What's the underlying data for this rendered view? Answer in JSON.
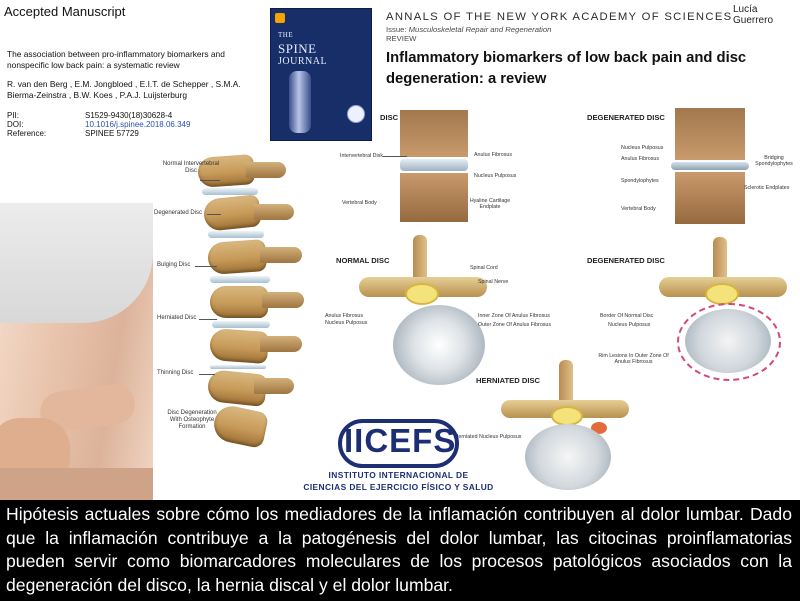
{
  "manuscript": {
    "label": "Accepted Manuscript",
    "paper_title": "The association between pro-inflammatory biomarkers and nonspecific low back pain: a systematic review",
    "authors": "R. van den Berg , E.M. Jongbloed , E.I.T. de Schepper , S.M.A. Bierma-Zeinstra , B.W. Koes , P.A.J. Luijsterburg",
    "pii_key": "PII:",
    "pii_value": "S1529-9430(18)30628-4",
    "doi_key": "DOI:",
    "doi_value": "10.1016/j.spinee.2018.06.349",
    "ref_key": "Reference:",
    "ref_value": "SPINEE 57729"
  },
  "journal_cover": {
    "title_line1": "THE",
    "title_line2": "SPINE",
    "title_line3": "JOURNAL",
    "colors": {
      "background": "#182e68",
      "accent": "#f2a400"
    }
  },
  "article": {
    "journal": "ANNALS OF THE NEW YORK ACADEMY OF SCIENCES",
    "issue_prefix": "Issue: ",
    "issue_name": "Musculoskeletal Repair and Regeneration",
    "type": "REVIEW",
    "title": "Inflammatory biomarkers of low back pain and disc degeneration: a review",
    "presenter": "Lucía Guerrero"
  },
  "spine_labels": {
    "normal": "Normal Intervertebral Disc",
    "degenerated": "Degenerated Disc",
    "bulging": "Bulging Disc",
    "herniated": "Herniated Disc",
    "thinning": "Thinning Disc",
    "osteophyte": "Disc Degeneration With Osteophyte Formation"
  },
  "disc_side": {
    "title": "DISC",
    "intervertebral": "Intervertebral Disk",
    "anulus": "Anulus Fibrosus",
    "nucleus": "Nucleus Pulposus",
    "vertebral_body": "Vertebral Body",
    "hyaline": "Hyaline Cartilage Endplate"
  },
  "degen_side": {
    "title": "DEGENERATED DISC",
    "nucleus": "Nucleus Pulposus",
    "anulus": "Anulus Fibrosus",
    "spondylophytes": "Spondylophytes",
    "bridging": "Bridging Spondylophytes",
    "sclerotic": "Sclerotic Endplates",
    "vertebral_body": "Vertebral Body"
  },
  "normal_top": {
    "title": "NORMAL DISC",
    "spinal_cord": "Spinal Cord",
    "spinal_nerve": "Spinal Nerve",
    "anulus": "Anulus Fibrosus",
    "nucleus": "Nucleus Pulposus",
    "inner_zone": "Inner Zone Of Anulus Fibrosus",
    "outer_zone": "Outer Zone Of Anulus Fibrosus"
  },
  "degen_top": {
    "title": "DEGENERATED DISC",
    "border": "Border Of Normal Disc",
    "nucleus": "Nucleus Pulposus",
    "rim": "Rim Lesions In Outer Zone Of Anulus Fibrosus"
  },
  "herniated_top": {
    "title": "HERNIATED DISC",
    "nucleus": "Herniated Nucleus Pulposus"
  },
  "logo": {
    "acronym": "IICEFS",
    "line1": "INSTITUTO INTERNACIONAL DE",
    "line2": "CIENCIAS DEL EJERCICIO FÍSICO Y SALUD",
    "color": "#1c2f74"
  },
  "caption": "Hipótesis actuales sobre cómo los mediadores de la inflamación contribuyen al dolor lumbar. Dado que la inflamación contribuye a la patogénesis del dolor lumbar, las citocinas proinflamatorias pueden servir como biomarcadores moleculares de los procesos patológicos asociados con la degeneración del disco, la hernia discal y el dolor lumbar."
}
